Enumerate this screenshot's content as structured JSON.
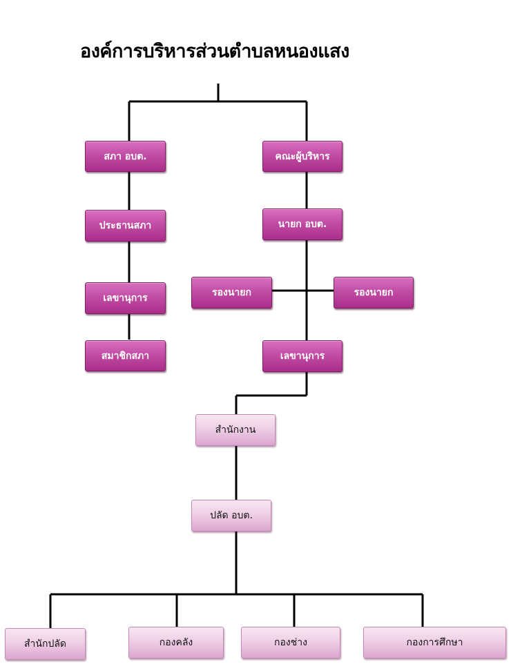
{
  "title": "องค์การบริหารส่วนตำบลหนองแสง",
  "council": {
    "council": "สภา อบต.",
    "council_chair": "ประธานสภา",
    "council_secretary": "เลขานุการ",
    "council_members": "สมาชิกสภา"
  },
  "executive": {
    "executive_board": "คณะผู้บริหาร",
    "mayor": "นายก อบต.",
    "deputy_left": "รองนายก",
    "deputy_right": "รองนายก",
    "exec_secretary": "เลขานุการ"
  },
  "administration": {
    "office": "สำนักงาน",
    "palad": "ปลัด อบต.",
    "units": [
      "สำนักปลัด",
      "กองคลัง",
      "กองช่าง",
      "กองการศึกษา"
    ]
  },
  "colors": {
    "dark_box": "#c24da5",
    "light_box": "#efcfe6",
    "line": "#000000"
  }
}
